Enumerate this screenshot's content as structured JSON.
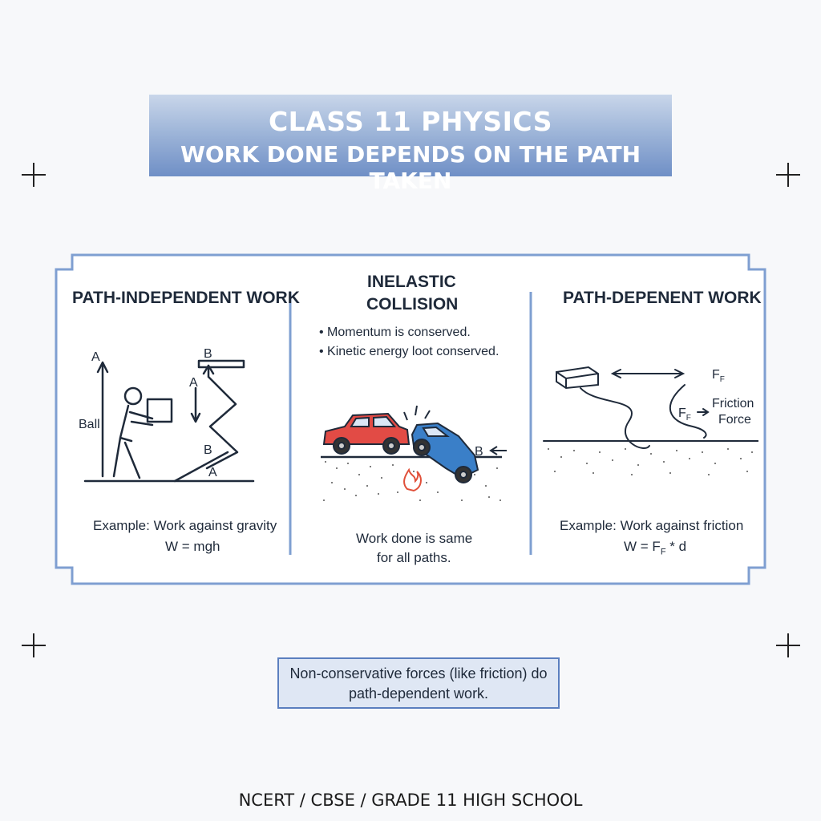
{
  "header": {
    "line1": "CLASS 11 PHYSICS",
    "line2": "WORK DONE DEPENDS ON THE PATH TAKEN"
  },
  "left_panel": {
    "title": "PATH-INDEPENDENT WORK",
    "labels": {
      "a_top": "A",
      "ball": "Ball",
      "b_top": "B",
      "a_mid": "A",
      "b_low": "B",
      "a_low": "A"
    },
    "example": "Example: Work against gravity",
    "formula": "W = mgh"
  },
  "middle_panel": {
    "title_line1": "INELASTIC",
    "title_line2": "COLLISION",
    "bullets": [
      "Momentum is conserved.",
      "Kinetic energy loot conserved."
    ],
    "label_b": "B",
    "note_line1": "Work done is same",
    "note_line2": "for all paths."
  },
  "right_panel": {
    "title": "PATH-DEPENENT WORK",
    "labels": {
      "ff_top": "F",
      "ff_top_sub": "F",
      "ff_mid": "F",
      "ff_mid_sub": "F",
      "friction": "Friction",
      "force": "Force"
    },
    "example": "Example: Work against friction",
    "formula": "W = F",
    "formula_sub": "F",
    "formula_rest": " * d"
  },
  "callout": {
    "line1": "Non-conservative forces (like friction) do",
    "line2": "path-dependent work."
  },
  "footer": "NCERT / CBSE / GRADE 11 HIGH SCHOOL",
  "colors": {
    "frame": "#7f9fd1",
    "banner": "#8aa6d2",
    "red_car": "#e24b45",
    "blue_car": "#3a7fc8"
  }
}
